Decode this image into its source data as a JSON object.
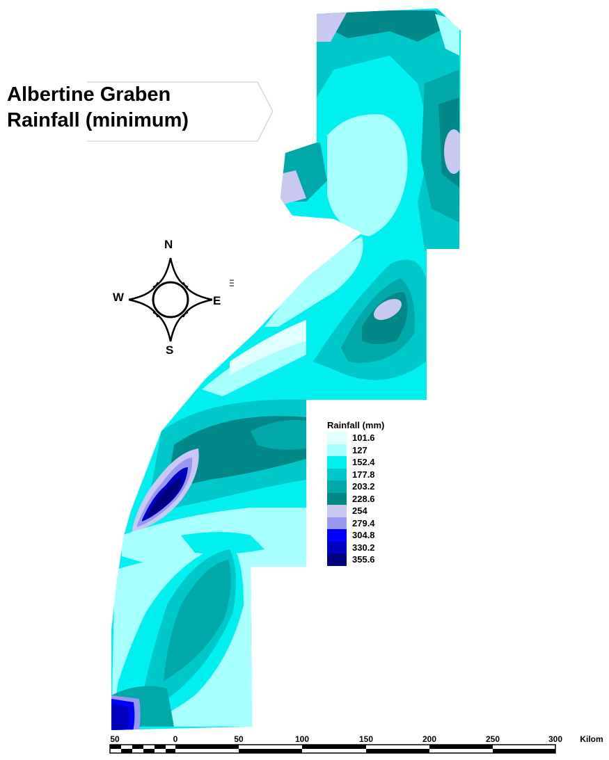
{
  "title": {
    "line1": "Albertine Graben",
    "line2": "Rainfall (minimum)"
  },
  "compass": {
    "north": "N",
    "south": "S",
    "east": "E",
    "west": "W"
  },
  "legend": {
    "title": "Rainfall (mm)",
    "items": [
      {
        "label": "101.6",
        "color": "#e0ffff"
      },
      {
        "label": "127",
        "color": "#a8ffff"
      },
      {
        "label": "152.4",
        "color": "#00f0f0"
      },
      {
        "label": "177.8",
        "color": "#00c8c8"
      },
      {
        "label": "203.2",
        "color": "#00a8a8"
      },
      {
        "label": "228.6",
        "color": "#008888"
      },
      {
        "label": "254",
        "color": "#c8c8f0"
      },
      {
        "label": "279.4",
        "color": "#9898f0"
      },
      {
        "label": "304.8",
        "color": "#0000ff"
      },
      {
        "label": "330.2",
        "color": "#0000c0"
      },
      {
        "label": "355.6",
        "color": "#000080"
      }
    ]
  },
  "scale_bar": {
    "labels": [
      "50",
      "0",
      "50",
      "100",
      "150",
      "200",
      "250",
      "300"
    ],
    "unit": "Kilom"
  }
}
